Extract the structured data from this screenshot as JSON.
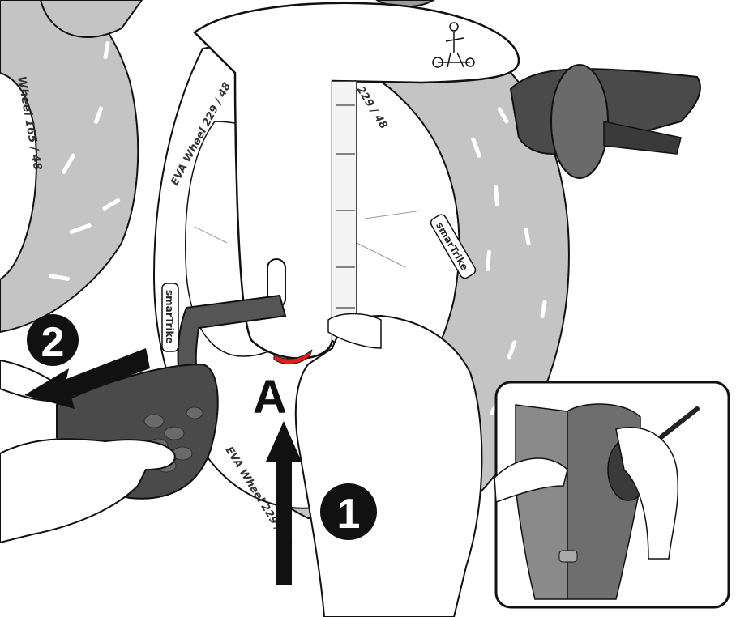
{
  "labels": {
    "part_a": "A",
    "step_1": "1",
    "step_2": "2"
  },
  "tire": {
    "main_upper": "EVA Wheel 229 / 48",
    "main_lower": "EVA Wheel 229 / 48",
    "right_upper": "229 / 48",
    "left_wheel": "Wheel 165 / 48"
  },
  "brand": {
    "name": "smarTrike"
  },
  "colors": {
    "outline": "#111111",
    "tire_gray": "#c4c4c4",
    "dark_gray": "#555555",
    "pedal_dark": "#4a4a4a",
    "highlight_red": "#e01e1e",
    "arrow": "#111111"
  }
}
